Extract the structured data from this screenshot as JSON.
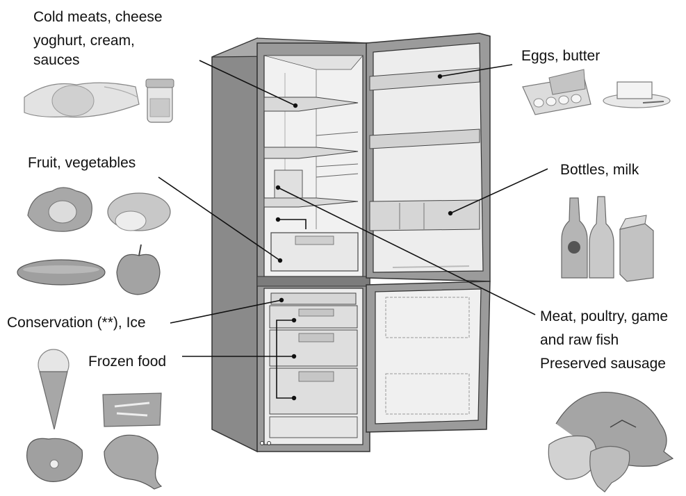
{
  "labels": {
    "cold_meats": "Cold meats, cheese",
    "yoghurt": "yoghurt, cream,",
    "sauces": "sauces",
    "fruit": "Fruit, vegetables",
    "conservation": "Conservation (**), Ice",
    "frozen": "Frozen food",
    "eggs": "Eggs, butter",
    "bottles": "Bottles, milk",
    "meat": "Meat, poultry, game",
    "raw_fish": "and raw fish",
    "sausage": "Preserved sausage"
  },
  "icons": [
    "cheese-icon",
    "jar-icon",
    "lettuce-icon",
    "melon-icon",
    "cucumber-icon",
    "apple-icon",
    "ice-cream-icon",
    "fries-bag-icon",
    "steak-icon",
    "chicken-leg-icon",
    "egg-carton-icon",
    "butter-dish-icon",
    "bottles-icon",
    "milk-carton-icon",
    "fish-meat-icon"
  ],
  "colors": {
    "line": "#111111",
    "fridge_body": "#8e8e8e",
    "interior": "#e9e9e9"
  }
}
